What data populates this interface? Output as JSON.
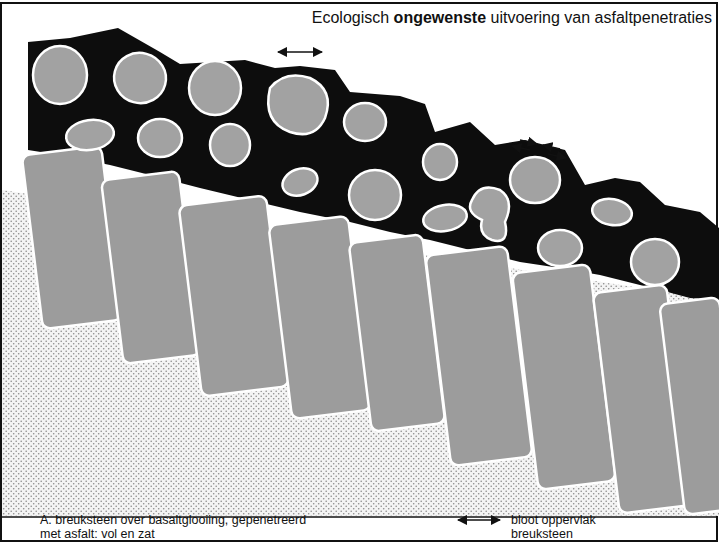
{
  "diagram": {
    "title": "Ecologisch ongewenste uitvoering van asfaltpenetraties",
    "caption": "A. breuksteen over basaltglooiing, gepenetreerd met asfalt: vol en zat",
    "legend": [
      {
        "text": "bloot oppervlak breuksteen"
      }
    ]
  }
}
